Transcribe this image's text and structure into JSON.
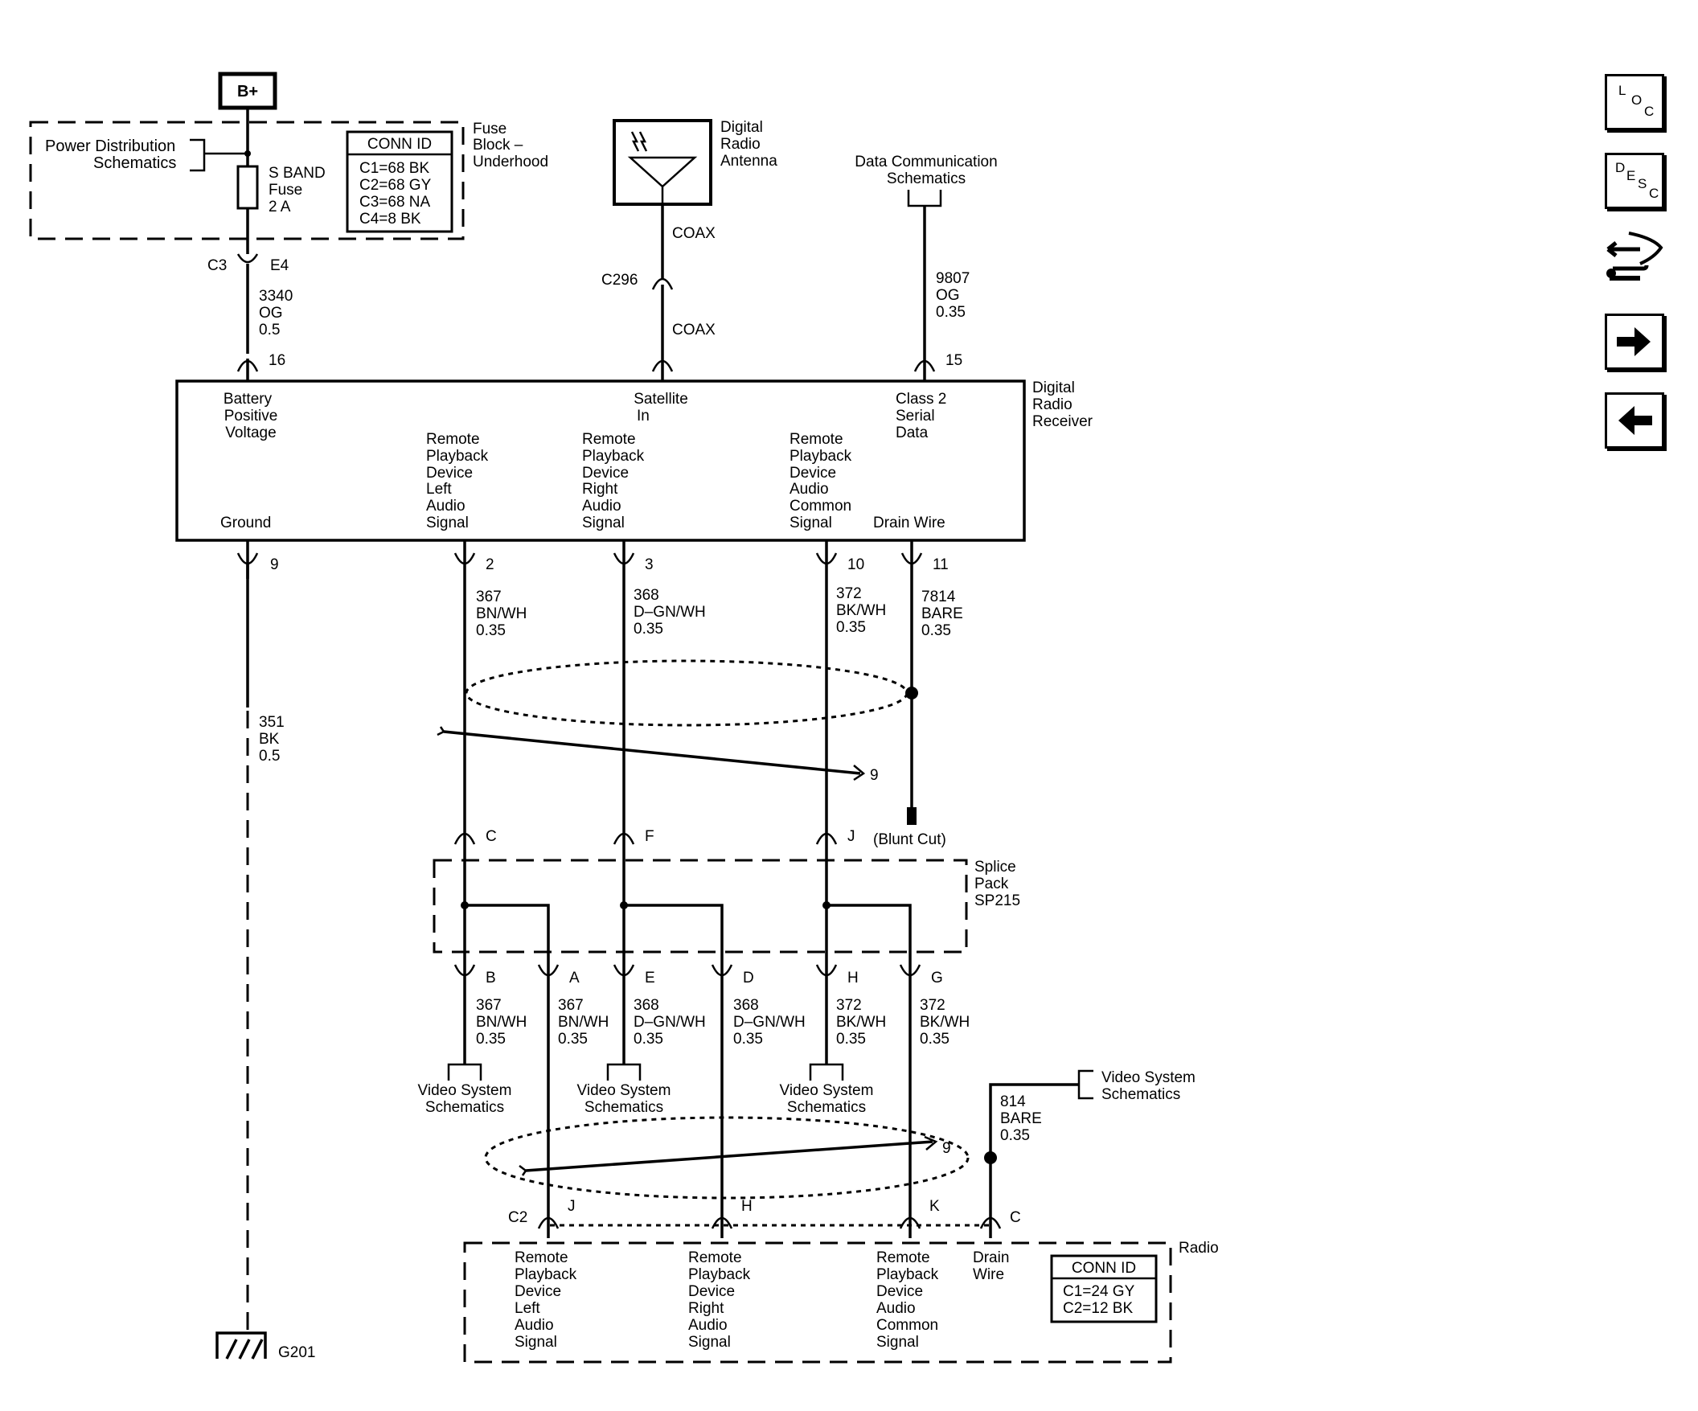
{
  "supply": {
    "label": "B+",
    "fuse": [
      "S BAND",
      "Fuse",
      "2 A"
    ],
    "fuse_block": [
      "Fuse",
      "Block –",
      "Underhood"
    ],
    "power_ref": [
      "Power Distribution",
      "Schematics"
    ]
  },
  "fuse_conn": {
    "title": "CONN ID",
    "rows": [
      "C1=68 BK",
      "C2=68 GY",
      "C3=68 NA",
      "C4=8 BK"
    ]
  },
  "antenna": {
    "label": [
      "Digital",
      "Radio",
      "Antenna"
    ],
    "coax_top": "COAX",
    "connector": "C296",
    "coax_bottom": "COAX"
  },
  "data_comm": {
    "label": [
      "Data Communication",
      "Schematics"
    ],
    "wire": [
      "9807",
      "OG",
      "0.35"
    ],
    "pin": "15"
  },
  "battery_wire": {
    "conn_left": "C3",
    "conn_right": "E4",
    "wire": [
      "3340",
      "OG",
      "0.5"
    ],
    "pin": "16"
  },
  "receiver": {
    "name": [
      "Digital",
      "Radio",
      "Receiver"
    ],
    "battery": [
      "Battery",
      "Positive",
      "Voltage"
    ],
    "satellite": [
      "Satellite",
      "In"
    ],
    "class2": [
      "Class 2",
      "Serial",
      "Data"
    ],
    "ground": "Ground",
    "rp_left": [
      "Remote",
      "Playback",
      "Device",
      "Left",
      "Audio",
      "Signal"
    ],
    "rp_right": [
      "Remote",
      "Playback",
      "Device",
      "Right",
      "Audio",
      "Signal"
    ],
    "rp_common": [
      "Remote",
      "Playback",
      "Device",
      "Audio",
      "Common",
      "Signal"
    ],
    "drain": "Drain Wire"
  },
  "out_pins": {
    "ground": "9",
    "left": "2",
    "right": "3",
    "common": "10",
    "drain": "11"
  },
  "out_wires": {
    "left": [
      "367",
      "BN/WH",
      "0.35"
    ],
    "right": [
      "368",
      "D–GN/WH",
      "0.35"
    ],
    "common": [
      "372",
      "BK/WH",
      "0.35"
    ],
    "drain": [
      "7814",
      "BARE",
      "0.35"
    ]
  },
  "ground_wire": [
    "351",
    "BK",
    "0.5"
  ],
  "ground_ref": "G201",
  "twist_ref_1": "9",
  "blunt_cut": "(Blunt Cut)",
  "splice_pins_top": {
    "left": "C",
    "right": "F",
    "common": "J"
  },
  "splice_pack": [
    "Splice",
    "Pack",
    "SP215"
  ],
  "splice_pins_bottom": [
    "B",
    "A",
    "E",
    "D",
    "H",
    "G"
  ],
  "splice_wires": [
    [
      "367",
      "BN/WH",
      "0.35"
    ],
    [
      "367",
      "BN/WH",
      "0.35"
    ],
    [
      "368",
      "D–GN/WH",
      "0.35"
    ],
    [
      "368",
      "D–GN/WH",
      "0.35"
    ],
    [
      "372",
      "BK/WH",
      "0.35"
    ],
    [
      "372",
      "BK/WH",
      "0.35"
    ]
  ],
  "video_refs": [
    [
      "Video System",
      "Schematics"
    ],
    [
      "Video System",
      "Schematics"
    ],
    [
      "Video System",
      "Schematics"
    ]
  ],
  "video_ref_right": [
    "Video System",
    "Schematics"
  ],
  "drain2_wire": [
    "814",
    "BARE",
    "0.35"
  ],
  "twist_ref_2": "9",
  "radio_pins": {
    "conn": "C2",
    "left": "J",
    "right": "H",
    "common": "K",
    "drain": "C"
  },
  "radio": {
    "name": "Radio",
    "rp_left": [
      "Remote",
      "Playback",
      "Device",
      "Left",
      "Audio",
      "Signal"
    ],
    "rp_right": [
      "Remote",
      "Playback",
      "Device",
      "Right",
      "Audio",
      "Signal"
    ],
    "rp_common": [
      "Remote",
      "Playback",
      "Device",
      "Audio",
      "Common",
      "Signal"
    ],
    "drain": [
      "Drain",
      "Wire"
    ]
  },
  "radio_conn": {
    "title": "CONN ID",
    "rows": [
      "C1=24 GY",
      "C2=12 BK"
    ]
  },
  "nav": {
    "loc": [
      "L",
      "O",
      "C"
    ],
    "desc": [
      "D",
      "E",
      "S",
      "C"
    ]
  },
  "icons": [
    "locator-icon",
    "description-icon",
    "connector-view-icon",
    "forward-arrow-icon",
    "back-arrow-icon"
  ]
}
